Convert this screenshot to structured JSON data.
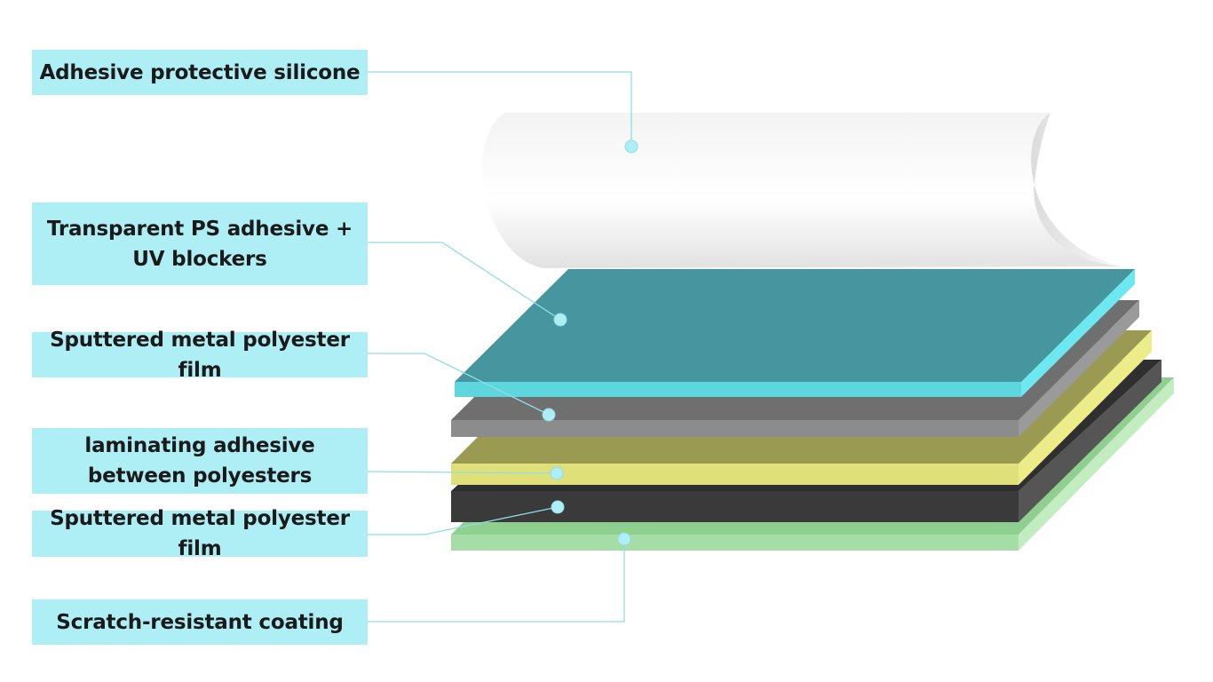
{
  "labels": {
    "silicone": "Adhesive protective silicone",
    "ps_adhesive_line1": "Transparent PS adhesive +",
    "ps_adhesive_line2": "UV blockers",
    "metal_film_top": "Sputtered metal polyester film",
    "laminating_line1": "laminating adhesive",
    "laminating_line2": "between polyesters",
    "metal_film_bottom": "Sputtered metal polyester film",
    "scratch_coating": "Scratch-resistant coating"
  },
  "colors": {
    "label_bg": "#aeeef5",
    "leader_line": "#8fdde8",
    "silicone_layer": "#f4f4f4",
    "ps_adhesive_layer": "#45969f",
    "metal_film_top_layer": "#6f6f6f",
    "laminating_layer": "#9a9a52",
    "metal_film_bottom_layer": "#3a3a3a",
    "scratch_coating_layer": "#a6dca6"
  }
}
